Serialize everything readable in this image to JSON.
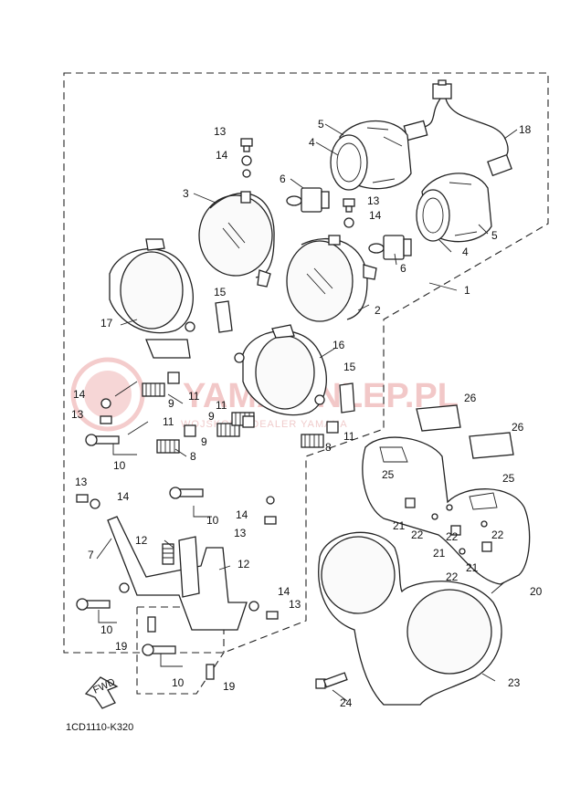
{
  "diagram": {
    "ref_code": "1CD1110-K320",
    "watermark": {
      "brand": "YAMA-ENLEP.PL",
      "subtitle": "WOJSKOWY DEALER YAMAHA"
    },
    "fwd_label": "FWD",
    "callouts": {
      "c1": "1",
      "c2": "2",
      "c3": "3",
      "c4a": "4",
      "c4b": "4",
      "c5a": "5",
      "c5b": "5",
      "c6a": "6",
      "c6b": "6",
      "c7": "7",
      "c8a": "8",
      "c8b": "8",
      "c9a": "9",
      "c9b": "9",
      "c9c": "9",
      "c10a": "10",
      "c10b": "10",
      "c10c": "10",
      "c10d": "10",
      "c11a": "11",
      "c11b": "11",
      "c11c": "11",
      "c11d": "11",
      "c12a": "12",
      "c12b": "12",
      "c13a": "13",
      "c13b": "13",
      "c13c": "13",
      "c13d": "13",
      "c13e": "13",
      "c13f": "13",
      "c14a": "14",
      "c14b": "14",
      "c14c": "14",
      "c14d": "14",
      "c14e": "14",
      "c14f": "14",
      "c15a": "15",
      "c15b": "15",
      "c16": "16",
      "c17": "17",
      "c18": "18",
      "c19a": "19",
      "c19b": "19",
      "c20": "20",
      "c21a": "21",
      "c21b": "21",
      "c21c": "21",
      "c22a": "22",
      "c22b": "22",
      "c22c": "22",
      "c22d": "22",
      "c23": "23",
      "c24": "24",
      "c25a": "25",
      "c25b": "25",
      "c26a": "26",
      "c26b": "26"
    }
  }
}
